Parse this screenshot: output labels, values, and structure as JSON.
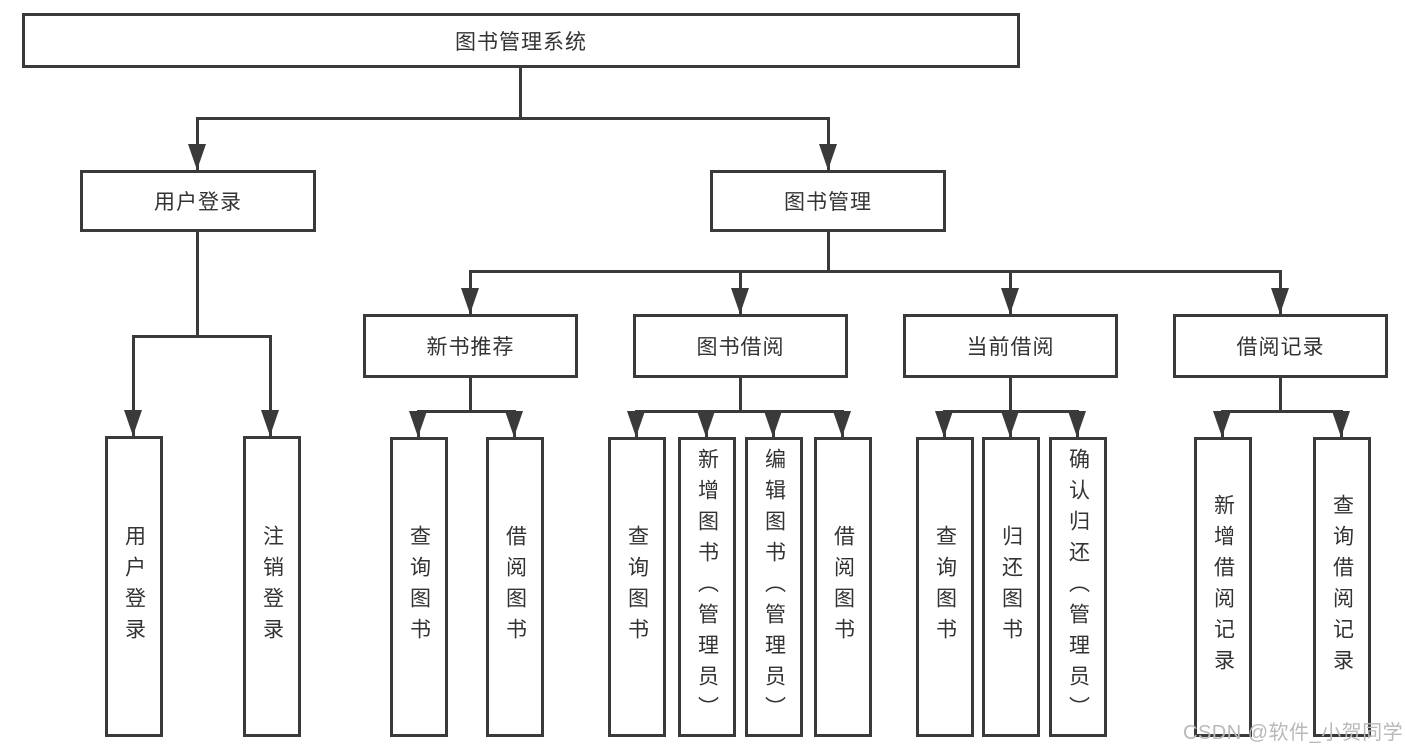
{
  "colors": {
    "line": "#3a3a3a",
    "text": "#333333",
    "background": "#ffffff",
    "watermark": "#b9b9b9"
  },
  "tree": {
    "label": "图书管理系统",
    "children": [
      {
        "label": "用户登录",
        "children": [
          {
            "label": "用户登录"
          },
          {
            "label": "注销登录"
          }
        ]
      },
      {
        "label": "图书管理",
        "children": [
          {
            "label": "新书推荐",
            "children": [
              {
                "label": "查询图书"
              },
              {
                "label": "借阅图书"
              }
            ]
          },
          {
            "label": "图书借阅",
            "children": [
              {
                "label": "查询图书"
              },
              {
                "label": "新增图书（管理员）"
              },
              {
                "label": "编辑图书（管理员）"
              },
              {
                "label": "借阅图书"
              }
            ]
          },
          {
            "label": "当前借阅",
            "children": [
              {
                "label": "查询图书"
              },
              {
                "label": "归还图书"
              },
              {
                "label": "确认归还（管理员）"
              }
            ]
          },
          {
            "label": "借阅记录",
            "children": [
              {
                "label": "新增借阅记录"
              },
              {
                "label": "查询借阅记录"
              }
            ]
          }
        ]
      }
    ]
  },
  "watermark": {
    "text": "CSDN @软件_小贺同学"
  }
}
